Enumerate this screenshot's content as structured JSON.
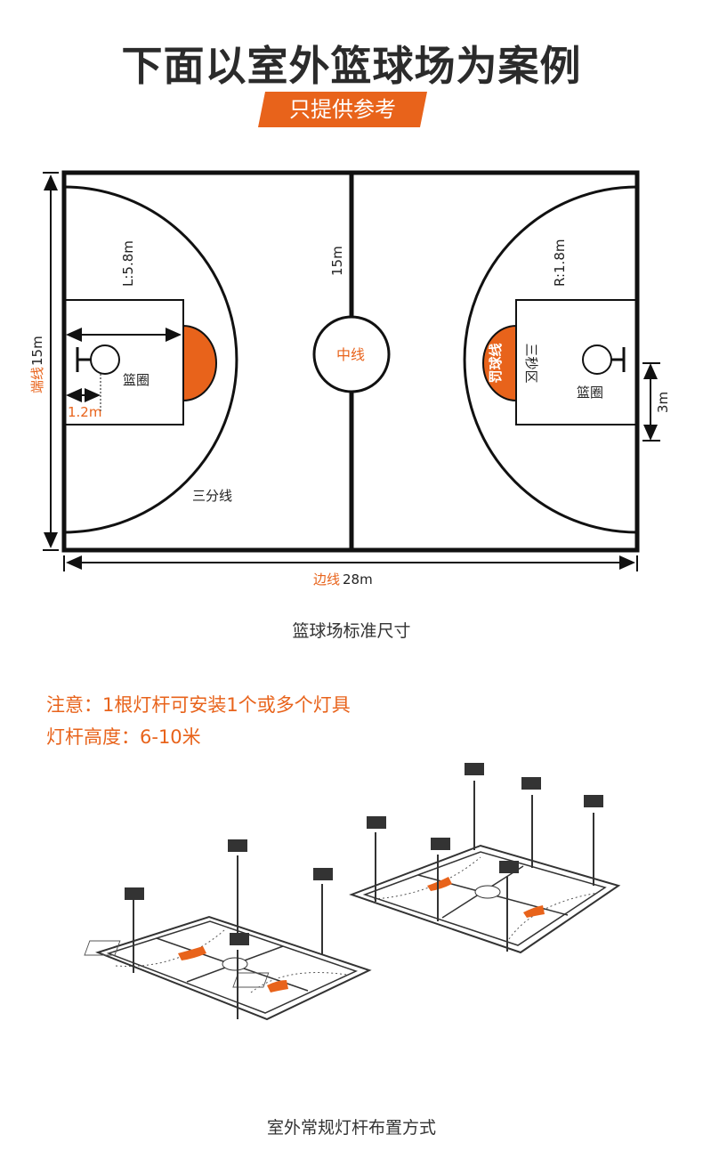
{
  "title": "下面以室外篮球场为案例",
  "subtitle": "只提供参考",
  "court": {
    "end_line_label_orange": "端线",
    "end_line_label_dim": "15m",
    "side_line_label_orange": "边线",
    "side_line_label_dim": "28m",
    "center_line_length": "15m",
    "center_circle_label": "中线",
    "three_point_radius_label": "L:5.8m",
    "free_throw_radius_label": "R:1.8m",
    "hoop_label_left": "篮圈",
    "hoop_label_right": "篮圈",
    "hoop_offset_label": "1.2m",
    "free_throw_arc_label": "罚球线",
    "three_second_label": "三秒区",
    "three_point_label": "三分线",
    "key_width_label": "3m"
  },
  "caption_court": "篮球场标准尺寸",
  "notes": {
    "line1": "注意：1根灯杆可安装1个或多个灯具",
    "line2": "灯杆高度：6-10米"
  },
  "caption_lighting": "室外常规灯杆布置方式",
  "colors": {
    "accent": "#e8631b",
    "line": "#111111",
    "text": "#2b2b2b"
  }
}
